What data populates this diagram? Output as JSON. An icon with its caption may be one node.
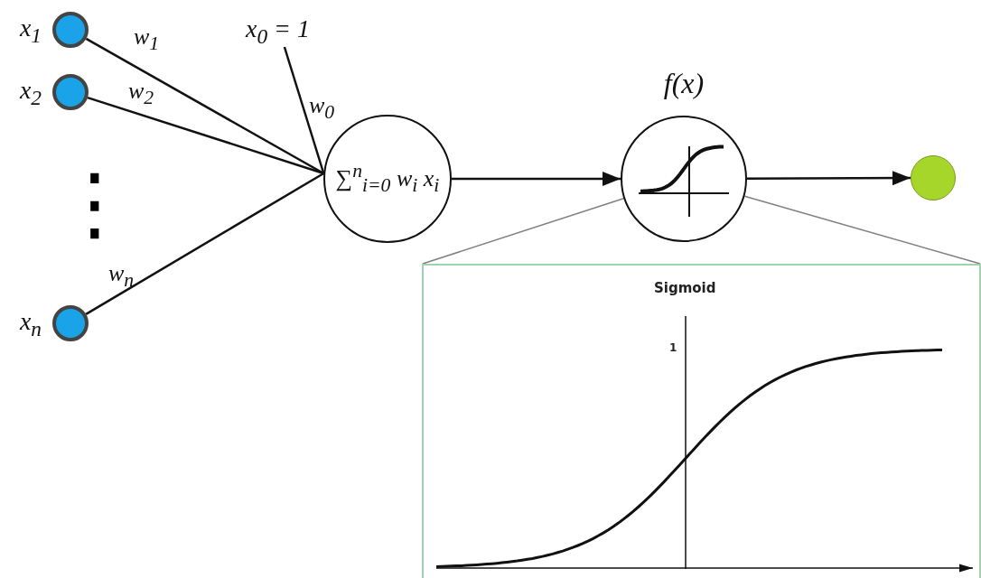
{
  "diagram": {
    "nodes": [
      {
        "text": [
          "x$_{1}$"
        ]
      },
      {
        "text": [
          "x$_{2}$"
        ]
      },
      {
        "text": [
          "x$_{n}$"
        ]
      },
      {
        "text": [
          "x$_{0}$ = 1"
        ]
      },
      {
        "text": [
          "∑$^{n}$$_{i=0}$ w$_{i}$ x$_{i}$"
        ]
      },
      {
        "text": [
          "f(x)"
        ]
      },
      {
        "text": [],
        "shape": "circle"
      },
      {
        "text": [
          "Sigmoid",
          "1"
        ]
      }
    ],
    "edges": [
      {
        "from": 0,
        "to": 4,
        "arrow": "none",
        "label": "w$_{1}$"
      },
      {
        "from": 1,
        "to": 4,
        "arrow": "none",
        "label": "w$_{2}$"
      },
      {
        "from": 3,
        "to": 4,
        "arrow": "none",
        "label": "w$_{0}$"
      },
      {
        "from": 2,
        "to": 4,
        "arrow": "none",
        "label": "w$_{n}$"
      },
      {
        "from": 4,
        "to": 5,
        "arrow": "to"
      },
      {
        "from": 5,
        "to": 6,
        "arrow": "to"
      },
      {
        "from": 5,
        "to": 7,
        "arrow": "none",
        "color": "#808080"
      },
      {
        "from": 5,
        "to": 7,
        "arrow": "none",
        "color": "#808080"
      }
    ],
    "labels": [
      "⋮"
    ]
  }
}
